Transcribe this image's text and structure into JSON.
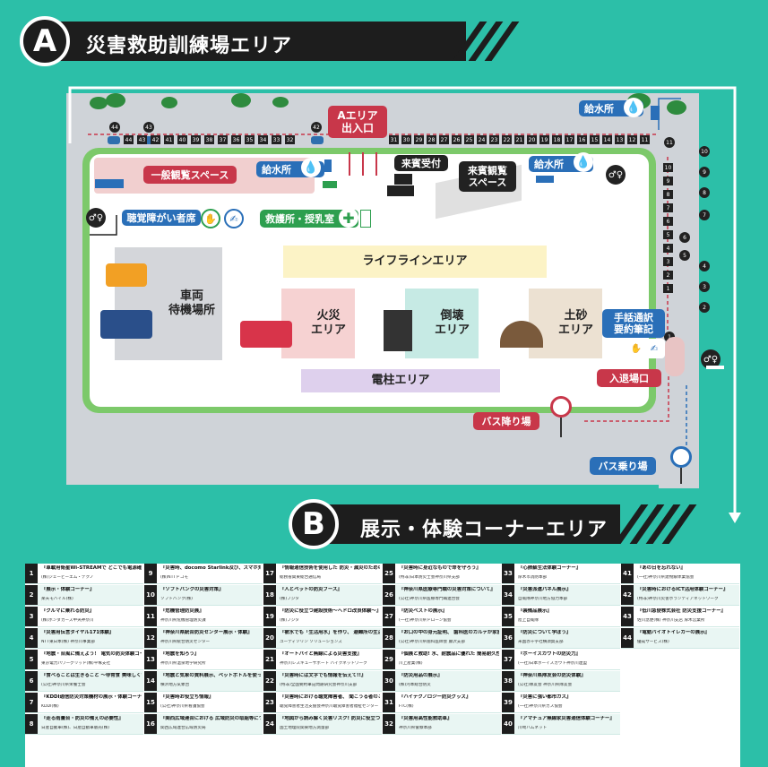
{
  "section_a": {
    "letter": "A",
    "title": "災害救助訓練場エリア"
  },
  "section_b": {
    "letter": "B",
    "title": "展示・体験コーナーエリア"
  },
  "map": {
    "entrance": "Aエリア\n出入口",
    "general_space": "一般観覧スペース",
    "water1": "給水所",
    "water2": "給水所",
    "water3": "給水所",
    "guest_reception": "来賓受付",
    "guest_space": "来賓観覧\nスペース",
    "hearing_seats": "聴覚障がい者席",
    "first_aid": "救護所・授乳室",
    "lifeline": "ライフラインエリア",
    "vehicle_wait": "車両\n待機場所",
    "fire": "火災\nエリア",
    "collapse": "倒壊\nエリア",
    "landslide": "土砂\nエリア",
    "sign_lang": "手話通訳\n要約筆記",
    "entry_exit": "入退場口",
    "pole": "電柱エリア",
    "bus_off": "バス降り場",
    "bus_on": "バス乗り場",
    "top_slots_left": [
      "44",
      "43",
      "42",
      "41",
      "40",
      "39",
      "38",
      "37",
      "36",
      "35",
      "34",
      "33",
      "32"
    ],
    "top_slots_right": [
      "31",
      "30",
      "29",
      "28",
      "27",
      "26",
      "25",
      "24",
      "23",
      "22",
      "21",
      "20",
      "19",
      "18",
      "17",
      "16",
      "15",
      "14",
      "13",
      "12",
      "11"
    ],
    "right_slots": [
      "10",
      "9",
      "8",
      "7",
      "6",
      "5",
      "4",
      "3",
      "2",
      "1"
    ],
    "marker_numbers": [
      "44",
      "43",
      "42",
      "11",
      "10",
      "9",
      "8",
      "7",
      "6",
      "5",
      "4",
      "3",
      "2",
      "1"
    ]
  },
  "exhibitors": [
    {
      "no": "1",
      "title": "『車載用衛星Wi-STREAMで どこでも電源確保！』",
      "org": "(株)ジェービーエム・テクノ"
    },
    {
      "no": "2",
      "title": "『展示・体験コーナー』",
      "org": "楽天モバイル(株)"
    },
    {
      "no": "3",
      "title": "『クルマに乗れる防災』",
      "org": "(株)ホンダカーズ中央神奈川"
    },
    {
      "no": "4",
      "title": "『災害用伝言ダイヤル171体験』",
      "org": "NTT東日本(株) 神奈川事業部"
    },
    {
      "no": "5",
      "title": "『地震・台風に備えよう！ 電気の防災体験コーナー』",
      "org": "東京電力パワーグリッド(株)平塚支社"
    },
    {
      "no": "6",
      "title": "『食べることは生きること ～非常食 美味しく食べて備蓄しよう！～』",
      "org": "(公社)神奈川県栄養士会"
    },
    {
      "no": "7",
      "title": "『KDDI通信防災対策機材の展示・体験コーナー』",
      "org": "KDDI(株)"
    },
    {
      "no": "8",
      "title": "『走る雨量台・防災の備えの必要性』",
      "org": "日産自動車(株)、日産自動車販売(株)"
    },
    {
      "no": "9",
      "title": "『災害時、docomo Starlink及び、スマホ充電サービスを体験しよう！』",
      "org": "(株)NTTドコモ"
    },
    {
      "no": "10",
      "title": "『ソフトバンクの災害対策』",
      "org": "ソフトバンク(株)"
    },
    {
      "no": "11",
      "title": "『危機管理防災展』",
      "org": "神奈川県危機管理防災課"
    },
    {
      "no": "12",
      "title": "『神奈川県統合防災センター展示・体験』",
      "org": "神奈川県統合防災センター"
    },
    {
      "no": "13",
      "title": "『地震を知ろう』",
      "org": "神奈川県温泉地学研究所"
    },
    {
      "no": "14",
      "title": "『地震と気象の資料展示、ペットボトルを使った実験もあります。』",
      "org": "横浜地方気象台"
    },
    {
      "no": "15",
      "title": "『災害時お役立ち情報』",
      "org": "(公社)神奈川県看護協会"
    },
    {
      "no": "16",
      "title": "『関西広域連合における 広域防災の取組等について』",
      "org": "関西広域連合広域防災局"
    },
    {
      "no": "17",
      "title": "『情報通信技術を使用した 防災・減災のための啓発・対策等の紹介』",
      "org": "総務省関東総合通信局"
    },
    {
      "no": "18",
      "title": "『人とペットの防災ブース』",
      "org": "(株)フジタ"
    },
    {
      "no": "19",
      "title": "『防災に役立つ建設技術～ヘドロ改良体験～』",
      "org": "(株)フジタ"
    },
    {
      "no": "20",
      "title": "『被水でも「生活用水」を作り、 避難所の生活環境を守ります』",
      "org": "ユーディソリン ソリューションズ"
    },
    {
      "no": "21",
      "title": "『オートバイと無線による災害支援』",
      "org": "神奈川レスキューサポート バイクネットワーク"
    },
    {
      "no": "22",
      "title": "『災害時には文字でも情報を伝えて!!』",
      "org": "(特非)全国要約筆記問題研究会神奈川支部"
    },
    {
      "no": "23",
      "title": "『災害時における聴覚障害者、 聞こうる者のことを知ってください』",
      "org": "聴覚障害者生活支援会神奈川聴覚障害者福祉センター"
    },
    {
      "no": "24",
      "title": "『地図から読み解く災害リスク! 防災に役立つ国土地理院の地図』",
      "org": "国土地理院関東地方測量部"
    },
    {
      "no": "25",
      "title": "『災害時に身近なもので命を守ろう』",
      "org": "(特非)日本防災士会神奈川県支部"
    },
    {
      "no": "26",
      "title": "『神奈川県医療専門職の災害対策について』",
      "org": "(公社)神奈川県医療専門職連合会"
    },
    {
      "no": "27",
      "title": "『防災ベストの展示』",
      "org": "(一社)神奈川県ドローン協会"
    },
    {
      "no": "28",
      "title": "『お口の中の身元証明、 歯科医のカルテが家族をつなぐ「歯科防災」』",
      "org": "(公社)神奈川県歯科医師会 藤沢支部"
    },
    {
      "no": "29",
      "title": "『個展と救助! 水、耐震品に優れた 簡易耐久性「ブラバール」』",
      "org": "川上産業(株)"
    },
    {
      "no": "30",
      "title": "『防災用品の展示』",
      "org": "(株)河本総合防災"
    },
    {
      "no": "31",
      "title": "『ハイテクノロジー防災グッズ』",
      "org": "FTC(株)"
    },
    {
      "no": "32",
      "title": "『災害用高性能救助車』",
      "org": "神奈川県警察本部"
    },
    {
      "no": "33",
      "title": "『心肺蘇生法体験コーナー』",
      "org": "厚木市消防本部"
    },
    {
      "no": "34",
      "title": "『災害派遣パネル展示』",
      "org": "自衛隊神奈川地方協力本部"
    },
    {
      "no": "35",
      "title": "『装備品展示』",
      "org": "陸上自衛隊"
    },
    {
      "no": "36",
      "title": "『防災について学ぼう』",
      "org": "米国赤十字社横須賀支部"
    },
    {
      "no": "37",
      "title": "『ボーイスカウトの防災力』",
      "org": "(一社)日本ボーイスカウト神奈川連盟"
    },
    {
      "no": "38",
      "title": "『神奈川県隊友会の防災体験』",
      "org": "(公社)隊友会 神奈川県隊友会"
    },
    {
      "no": "39",
      "title": "『災害に強い都市ガス』",
      "org": "(一社)神奈川県ガス協会"
    },
    {
      "no": "40",
      "title": "『アマチュア無線家災害通信体験コーナー』",
      "org": "川崎ハムネット"
    },
    {
      "no": "41",
      "title": "『あの日を忘れない』",
      "org": "(一社)神奈川県建物解体業協会"
    },
    {
      "no": "42",
      "title": "『災害時におけるICT活用体験コーナー』",
      "org": "(特非)神奈川災害ボランティアネットワーク"
    },
    {
      "no": "43",
      "title": "『低川急便株式会社 防災支援コーナー』",
      "org": "佐川急便(株) 神奈川支店 厚木営業所"
    },
    {
      "no": "44",
      "title": "『電動バイオトイレカーの展示』",
      "org": "優成サービス(株)"
    }
  ],
  "colors": {
    "teal": "#2cbfa8",
    "dark": "#1d1d1d",
    "red": "#c8374a",
    "green": "#2d9f4f",
    "blue": "#2a6fb8"
  }
}
